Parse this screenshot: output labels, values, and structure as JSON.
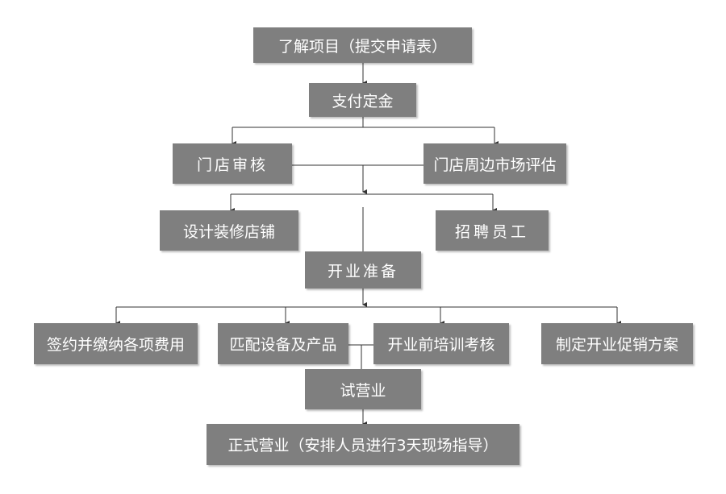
{
  "diagram": {
    "nodes": {
      "understand": "了解项目（提交申请表）",
      "deposit": "支付定金",
      "store_review": "门店审核",
      "market_eval": "门店周边市场评估",
      "design": "设计装修店铺",
      "recruit": "招聘员工",
      "prepare": "开业准备",
      "contract": "签约并缴纳各项费用",
      "equipment": "匹配设备及产品",
      "training": "开业前培训考核",
      "promotion": "制定开业促销方案",
      "trial": "试营业",
      "official": "正式营业（安排人员进行3天现场指导）"
    }
  },
  "colors": {
    "box_fill": "#7f7f7f",
    "box_text": "#ffffff",
    "line": "#333333"
  }
}
